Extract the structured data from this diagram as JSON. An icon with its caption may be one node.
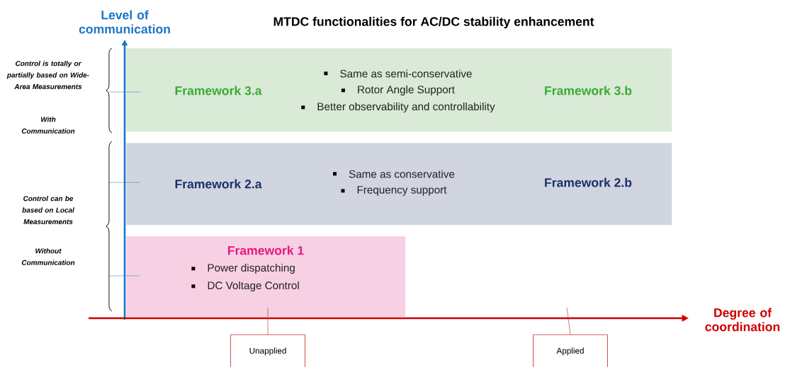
{
  "diagram": {
    "title": "MTDC functionalities for AC/DC stability enhancement",
    "nodes": [
      {
        "text": [
          "Framework 3.a",
          "Same as semi-conservative",
          "Rotor Angle Support",
          "Better observability and controllability",
          "Framework 3.b"
        ]
      },
      {
        "text": [
          "Framework 2.a",
          "Same as conservative",
          "Frequency support",
          "Framework 2.b"
        ]
      },
      {
        "text": [
          "Framework 1",
          "Power dispatching",
          "DC Voltage Control"
        ]
      },
      {
        "text": [
          "Unapplied"
        ]
      },
      {
        "text": [
          "Applied"
        ]
      }
    ],
    "edges": [
      {
        "from": 3,
        "to": 2,
        "arrow": "none"
      },
      {
        "from": 4,
        "to": null,
        "arrow": "none"
      }
    ],
    "labels": [
      "Level of communication",
      "Degree of coordination",
      "Control is totally or partially based on Wide-Area Measurements",
      "With Communication",
      "Control can be based on Local Measurements",
      "Without Communication"
    ]
  }
}
